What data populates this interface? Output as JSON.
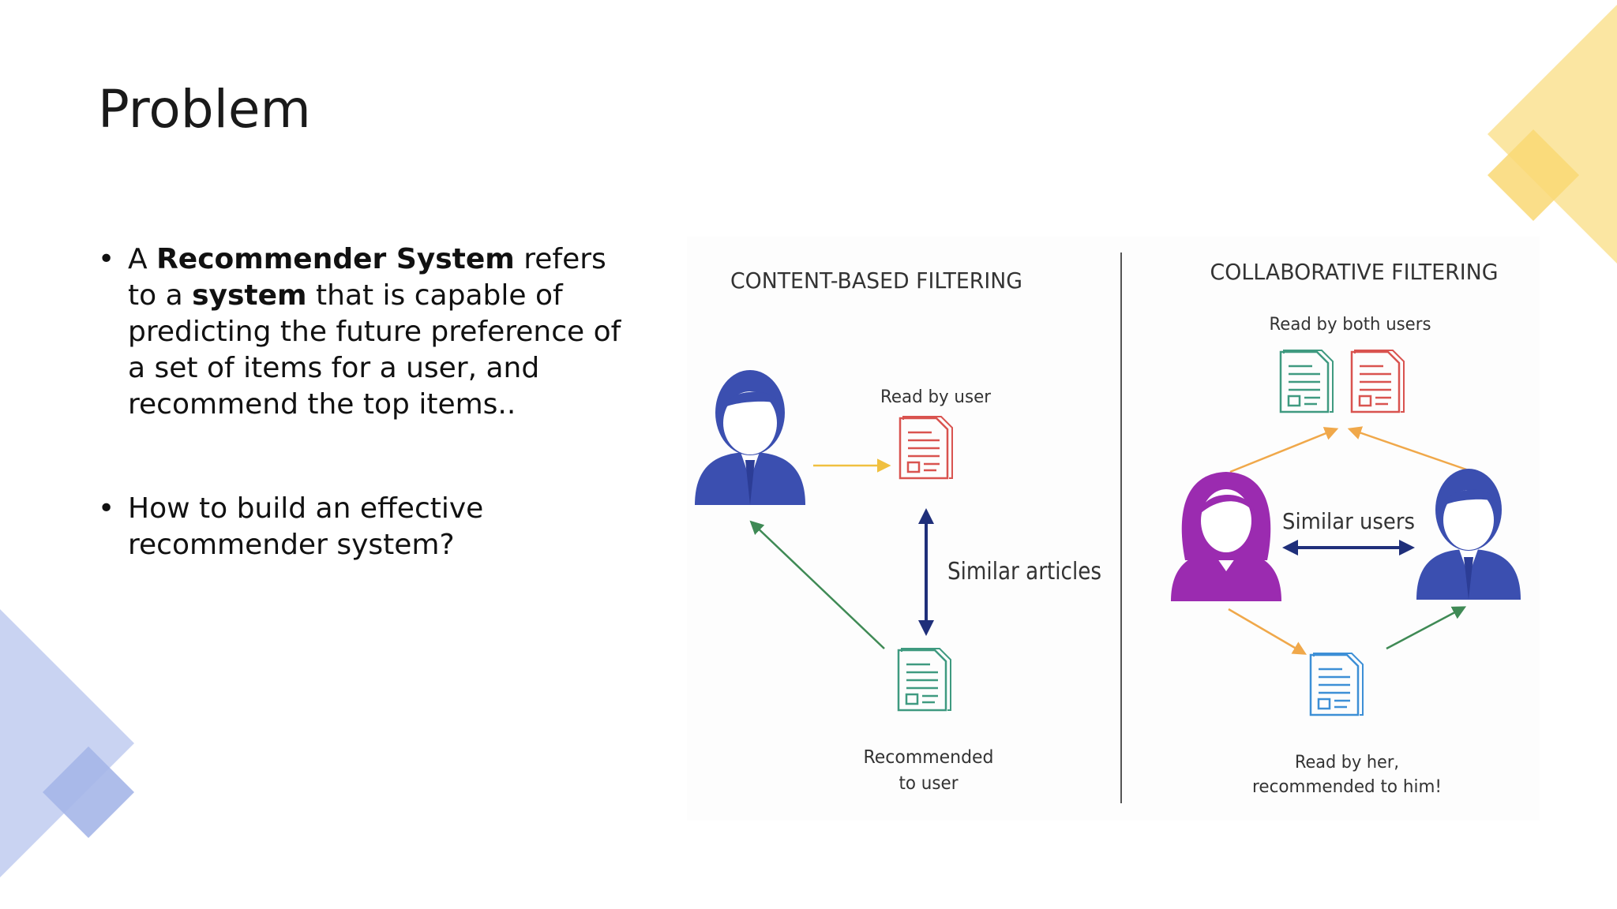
{
  "title": "Problem",
  "bullets": [
    {
      "prefix": "A ",
      "term": "Recommender System",
      "middle": " refers to a ",
      "term2": "system",
      "rest": " that is capable of predicting the future preference of a set of items for a user, and recommend the top items.."
    },
    {
      "text": "How to build an effective recommender system?"
    }
  ],
  "diagram": {
    "content_based": {
      "heading": "CONTENT-BASED FILTERING",
      "read_label": "Read by user",
      "similar_label": "Similar articles",
      "recommended_line1": "Recommended",
      "recommended_line2": "to user"
    },
    "collaborative": {
      "heading": "COLLABORATIVE FILTERING",
      "read_both_label": "Read by both users",
      "similar_label": "Similar users",
      "bottom_line1": "Read by her,",
      "bottom_line2": "recommended to him!"
    },
    "colors": {
      "male_user": "#3b4fb0",
      "female_user": "#9b2bb0",
      "doc_red": "#d9534f",
      "doc_green": "#3f9a80",
      "doc_blue": "#3d8fd6",
      "arrow_yellow": "#f0c040",
      "arrow_orange": "#f0a84a",
      "arrow_green": "#3f8a55",
      "arrow_navy": "#1f2f7a"
    }
  }
}
